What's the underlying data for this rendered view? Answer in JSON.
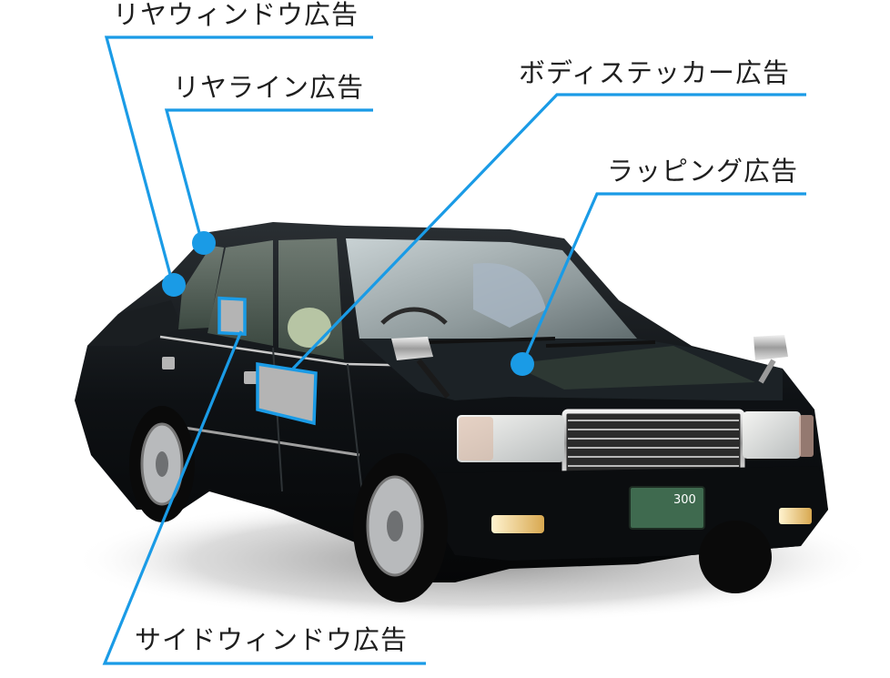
{
  "diagram": {
    "subject": "black taxi sedan (front three-quarter view)",
    "accent_color": "#1a9be6",
    "text_color": "#1e1e1e",
    "callouts": [
      {
        "id": "rear-window",
        "label": "リヤウィンドウ広告",
        "meaning": "Rear window advertisement"
      },
      {
        "id": "rear-line",
        "label": "リヤライン広告",
        "meaning": "Rear line advertisement"
      },
      {
        "id": "body-sticker",
        "label": "ボディステッカー広告",
        "meaning": "Body sticker advertisement"
      },
      {
        "id": "wrapping",
        "label": "ラッピング広告",
        "meaning": "Wrapping advertisement"
      },
      {
        "id": "side-window",
        "label": "サイドウィンドウ広告",
        "meaning": "Side window advertisement"
      }
    ],
    "license_plate": "300"
  }
}
